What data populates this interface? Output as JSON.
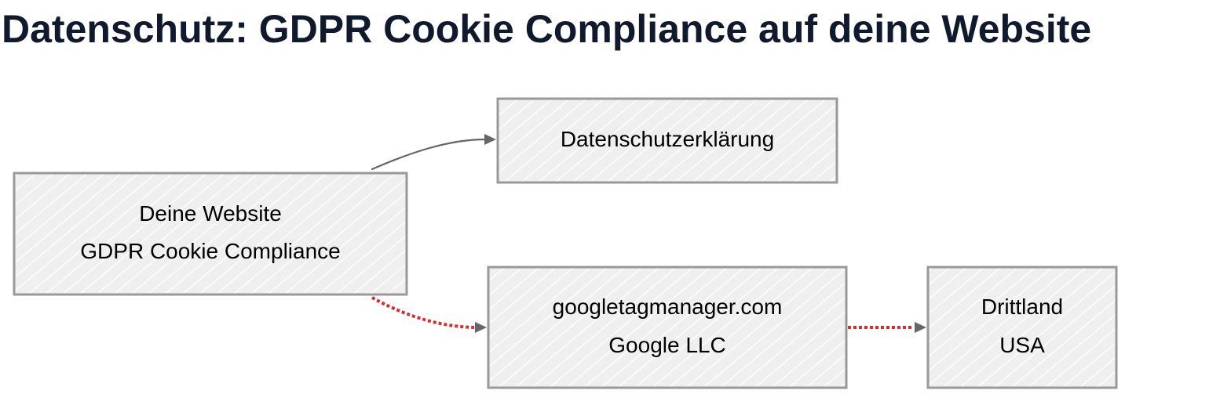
{
  "title": "Datenschutz: GDPR Cookie Compliance auf deine Website",
  "colors": {
    "title": "#111a2c",
    "node_fill": "#efefef",
    "node_border": "#999999",
    "hatch": "#ffffff",
    "arrow_normal": "#666666",
    "arrow_third_party": "#d32f2f"
  },
  "nodes": {
    "website": {
      "line1": "Deine Website",
      "line2": "GDPR Cookie Compliance"
    },
    "privacy": {
      "line1": "Datenschutzerklärung"
    },
    "gtm": {
      "line1": "googletagmanager.com",
      "line2": "Google LLC"
    },
    "third_country": {
      "line1": "Drittland",
      "line2": "USA"
    }
  }
}
